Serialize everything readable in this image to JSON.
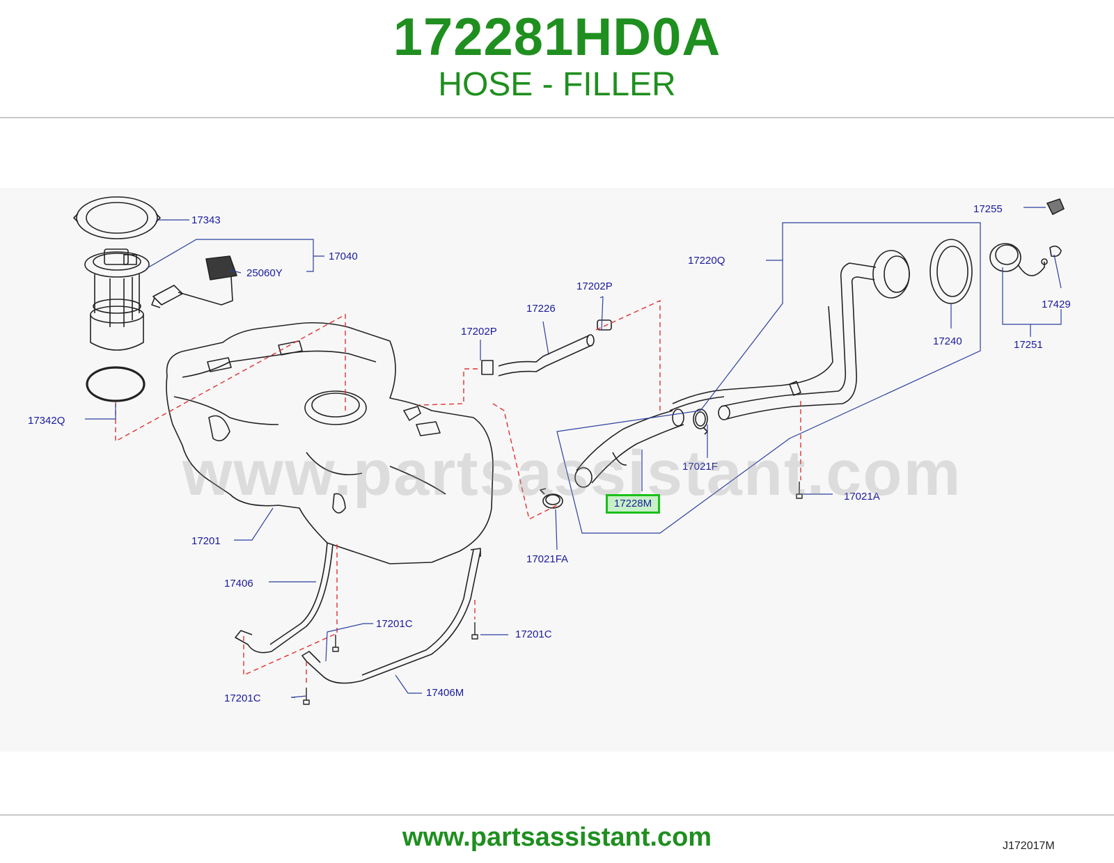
{
  "header": {
    "part_number": "172281HD0A",
    "part_name": "HOSE - FILLER"
  },
  "footer": {
    "url": "www.partsassistant.com"
  },
  "watermark": "www.partsassistant.com",
  "diagram": {
    "code": "J172017M",
    "highlighted_part": "17228M",
    "labels": {
      "l17343": "17343",
      "l17040": "17040",
      "l25060Y": "25060Y",
      "l17342Q": "17342Q",
      "l17201": "17201",
      "l17406": "17406",
      "l17201C_a": "17201C",
      "l17201C_b": "17201C",
      "l17201C_c": "17201C",
      "l17406M": "17406M",
      "l17202P_a": "17202P",
      "l17202P_b": "17202P",
      "l17226": "17226",
      "l17021FA": "17021FA",
      "l17021F": "17021F",
      "l17021A": "17021A",
      "l17220Q": "17220Q",
      "l17240": "17240",
      "l17251": "17251",
      "l17255": "17255",
      "l17429": "17429"
    }
  },
  "colors": {
    "brand_green": "#1f8f1f",
    "label_blue": "#1a1a9c",
    "leader_blue": "#2a3fa0",
    "dash_red": "#e03030",
    "highlight_border": "#19c019",
    "highlight_fill": "#c8f0c8"
  }
}
